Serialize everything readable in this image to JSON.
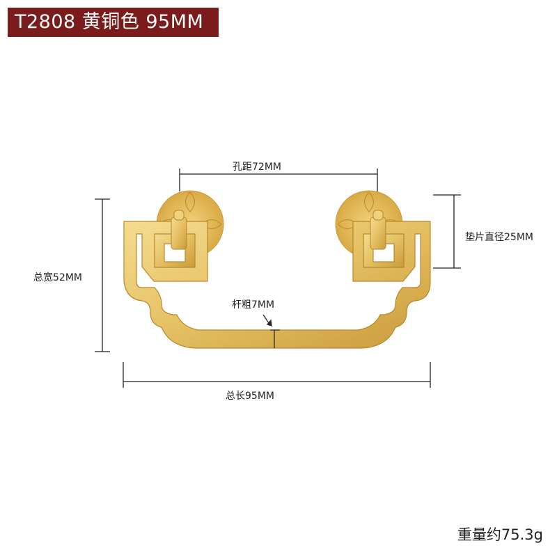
{
  "title": "T2808 黄铜色 95MM",
  "dimensions": {
    "hole_spacing": "孔距72MM",
    "pad_diameter": "垫片直径25MM",
    "total_width": "总宽52MM",
    "bar_thickness": "杆粗7MM",
    "total_length": "总长95MM"
  },
  "weight": "重量约75.3g",
  "colors": {
    "badge": "#7a1c1c",
    "brass": "#e7c46a",
    "brass_dark": "#c79a36",
    "line": "#222222"
  }
}
